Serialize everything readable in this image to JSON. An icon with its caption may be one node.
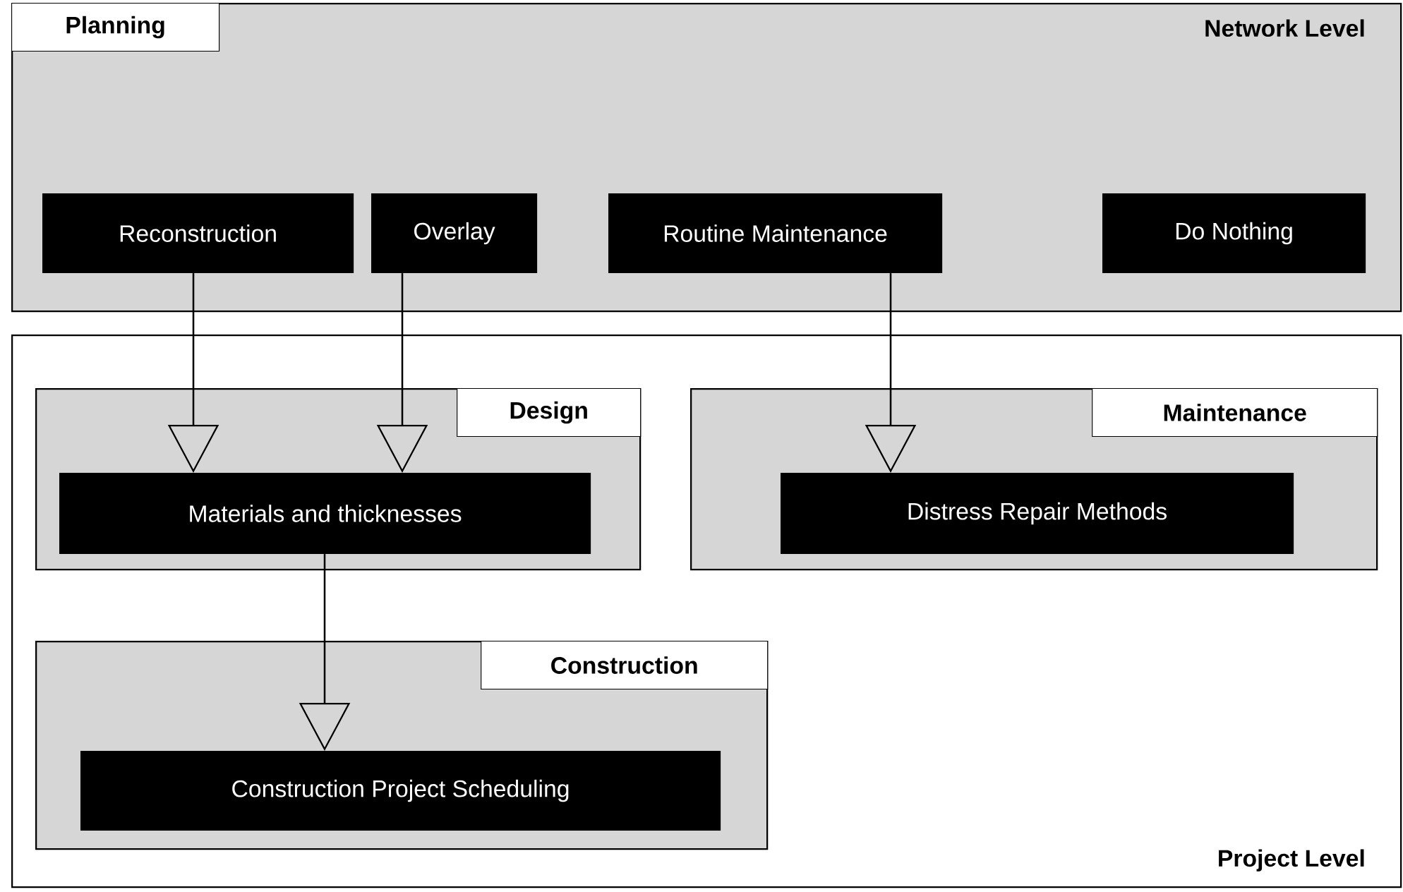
{
  "diagram": {
    "nodes": [
      {
        "text": [
          "Planning",
          "Network Level"
        ]
      },
      {
        "text": [
          "Reconstruction"
        ],
        "in": 0
      },
      {
        "text": [
          "Overlay"
        ],
        "in": 0
      },
      {
        "text": [
          "Routine Maintenance"
        ],
        "in": 0
      },
      {
        "text": [
          "Do Nothing"
        ],
        "in": 0
      },
      {
        "text": [
          "Project Level"
        ]
      },
      {
        "text": [
          "Design"
        ],
        "in": 5
      },
      {
        "text": [
          "Materials and thicknesses"
        ],
        "in": 6
      },
      {
        "text": [
          "Maintenance"
        ],
        "in": 5
      },
      {
        "text": [
          "Distress Repair Methods"
        ],
        "in": 8
      },
      {
        "text": [
          "Construction"
        ],
        "in": 5
      },
      {
        "text": [
          "Construction Project Scheduling"
        ],
        "in": 10
      }
    ],
    "edges": [
      {
        "from": 1,
        "to": 7,
        "arrow": "to"
      },
      {
        "from": 2,
        "to": 7,
        "arrow": "to"
      },
      {
        "from": 3,
        "to": 9,
        "arrow": "to"
      },
      {
        "from": 7,
        "to": 11,
        "arrow": "to"
      }
    ]
  }
}
